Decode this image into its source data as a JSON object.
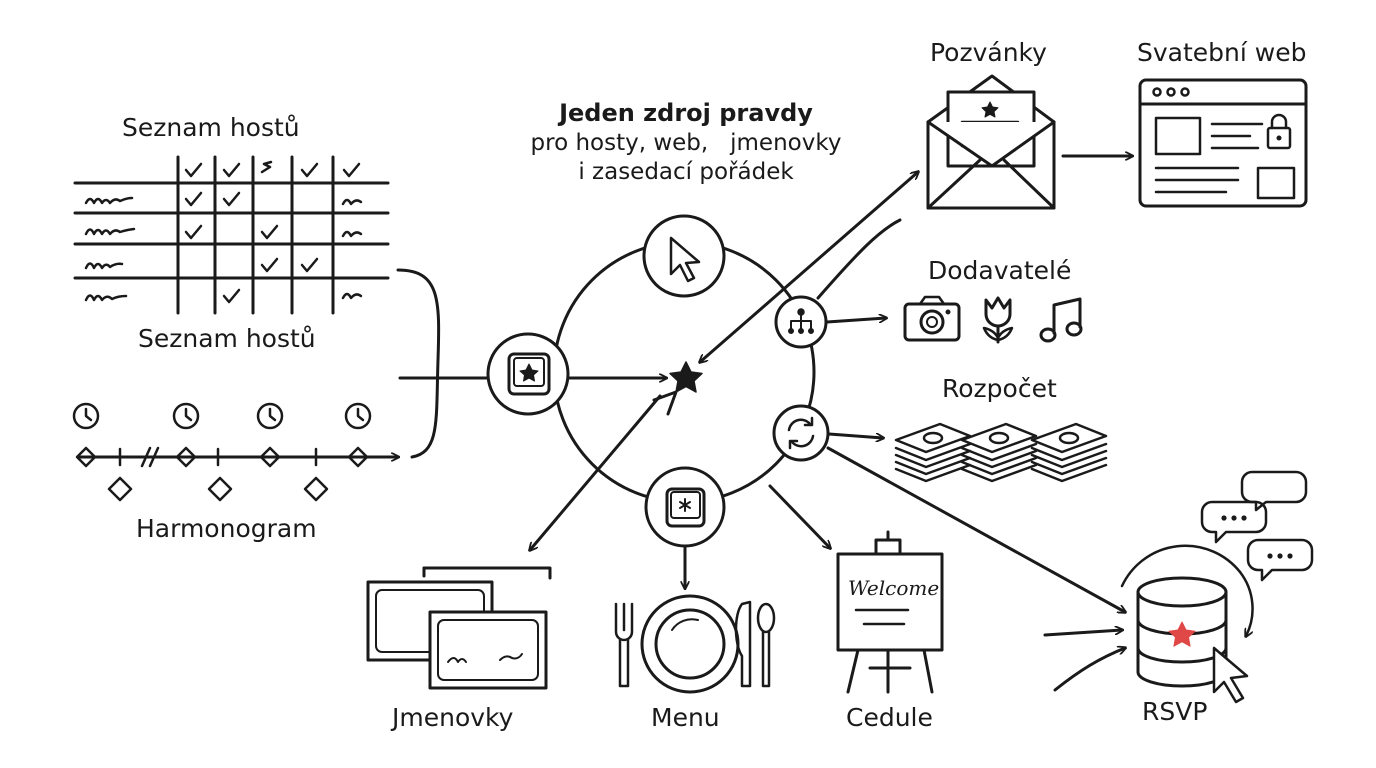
{
  "headline": {
    "bold": "Jeden zdroj pravdy",
    "line2": "pro hosty, web,   jmenovky",
    "line3": "i zasedací pořádek"
  },
  "labels": {
    "seznam_top": "Seznam hostů",
    "seznam_bottom": "Seznam hostů",
    "harmonogram": "Harmonogram",
    "pozvanky": "Pozvánky",
    "svatebni_web": "Svatební web",
    "dodavatele": "Dodavatelé",
    "rozpocet": "Rozpočet",
    "jmenovky": "Jmenovky",
    "menu": "Menu",
    "cedule": "Cedule",
    "rsvp": "RSVP",
    "welcome": "Welcome"
  },
  "icons": {
    "hub_top": "cursor-icon",
    "hub_left": "star-key-icon",
    "hub_bottom": "asterisk-key-icon",
    "hub_right_top": "hierarchy-icon",
    "hub_right_mid": "sync-icon",
    "center": "star-icon",
    "vendors": [
      "camera-icon",
      "tulip-icon",
      "music-note-icon"
    ],
    "budget": "money-stack-icon",
    "rsvp": "database-icon"
  },
  "colors": {
    "ink": "#1a1a1a",
    "accent_star": "#e04848"
  }
}
